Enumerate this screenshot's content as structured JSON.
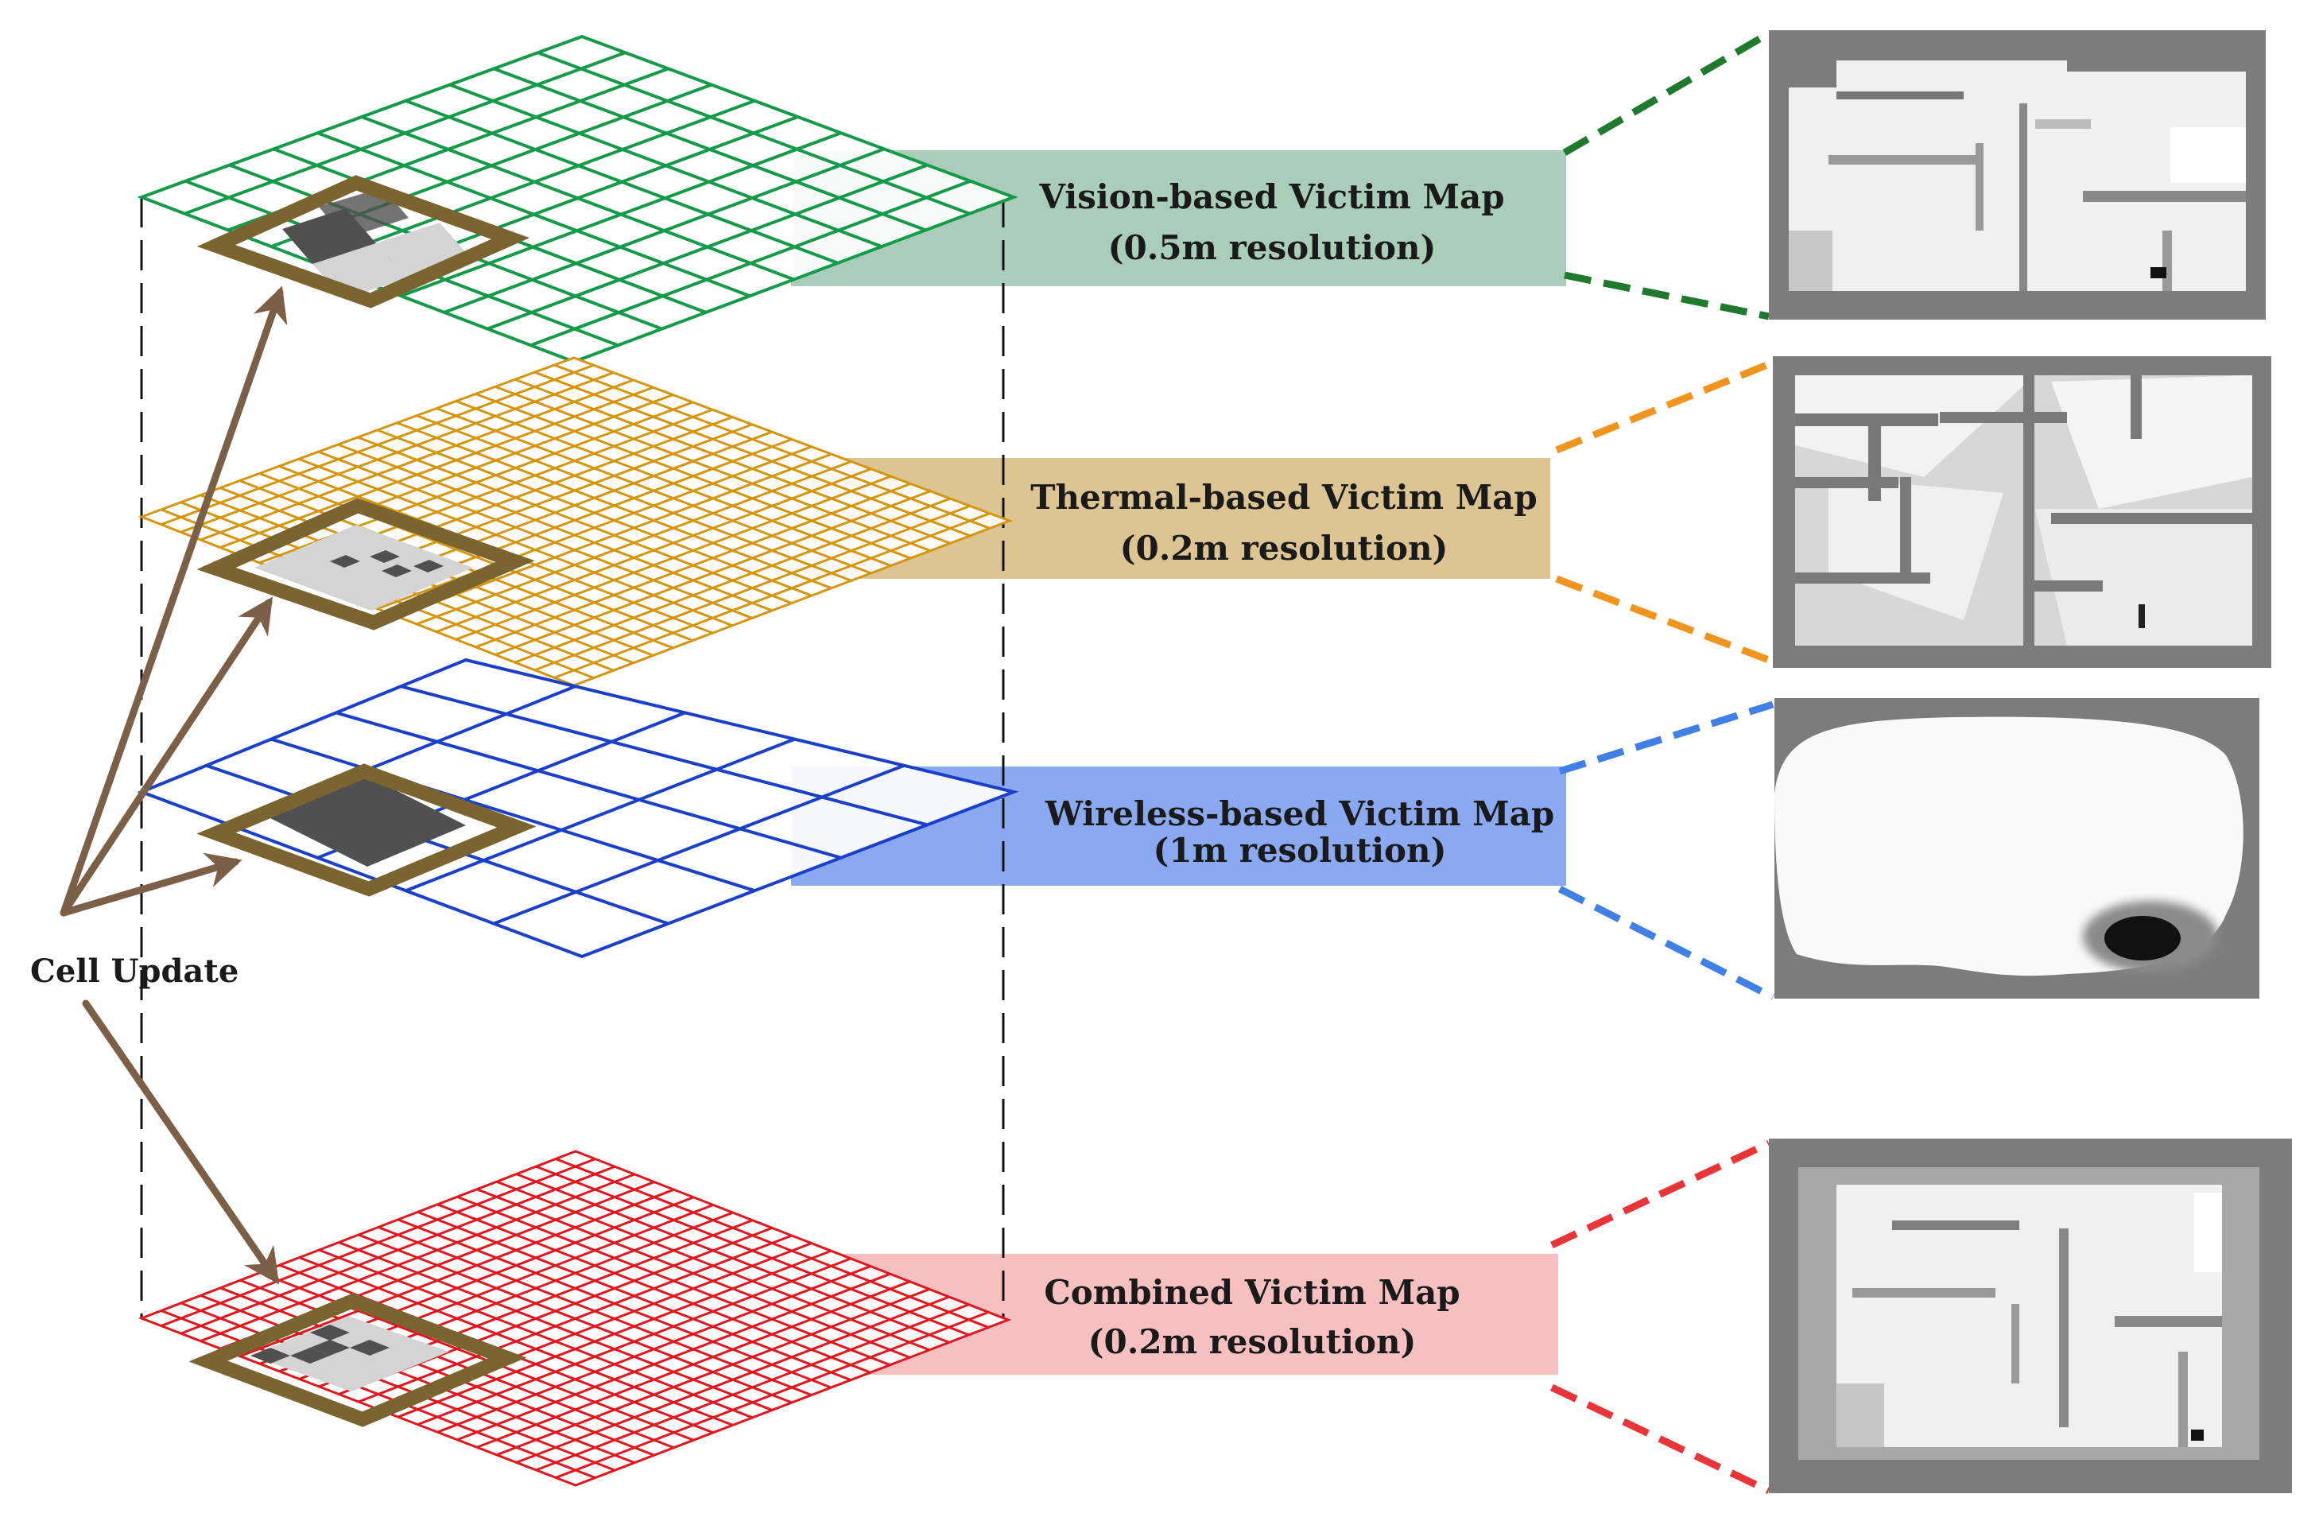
{
  "layers": [
    {
      "key": "vision",
      "title": "Vision-based Victim Map",
      "resolution": "(0.5m resolution)",
      "grid_color": "#159a4a",
      "box_color": "#a9cdb9",
      "connector_color": "#1f7a2e",
      "grid_cells": 10,
      "minimap_icon": "vision-floorplan-thumbnail"
    },
    {
      "key": "thermal",
      "title": "Thermal-based Victim Map",
      "resolution": "(0.2m resolution)",
      "grid_color": "#d4960e",
      "box_color": "#dcc493",
      "connector_color": "#f0941f",
      "grid_cells": 22,
      "minimap_icon": "thermal-floorplan-thumbnail"
    },
    {
      "key": "wireless",
      "title": "Wireless-based Victim Map",
      "resolution": "(1m resolution)",
      "grid_color": "#1a3fc8",
      "box_color": "#8aa9f0",
      "connector_color": "#3f7fe6",
      "grid_cells": 5,
      "minimap_icon": "wireless-heatmap-thumbnail"
    },
    {
      "key": "combined",
      "title": "Combined Victim Map",
      "resolution": "(0.2m resolution)",
      "grid_color": "#e0171e",
      "box_color": "#f6c0c0",
      "connector_color": "#e8353a",
      "grid_cells": 22,
      "minimap_icon": "combined-floorplan-thumbnail"
    }
  ],
  "cell_update_label": "Cell Update",
  "colors": {
    "selection_frame": "#7a6530",
    "update_arrow": "#7b5f46",
    "cell_dark": "#505050",
    "cell_light": "#d4d4d4",
    "thumbnail_wall": "#7c7c7c",
    "thumbnail_floor": "#f0f0f0"
  }
}
